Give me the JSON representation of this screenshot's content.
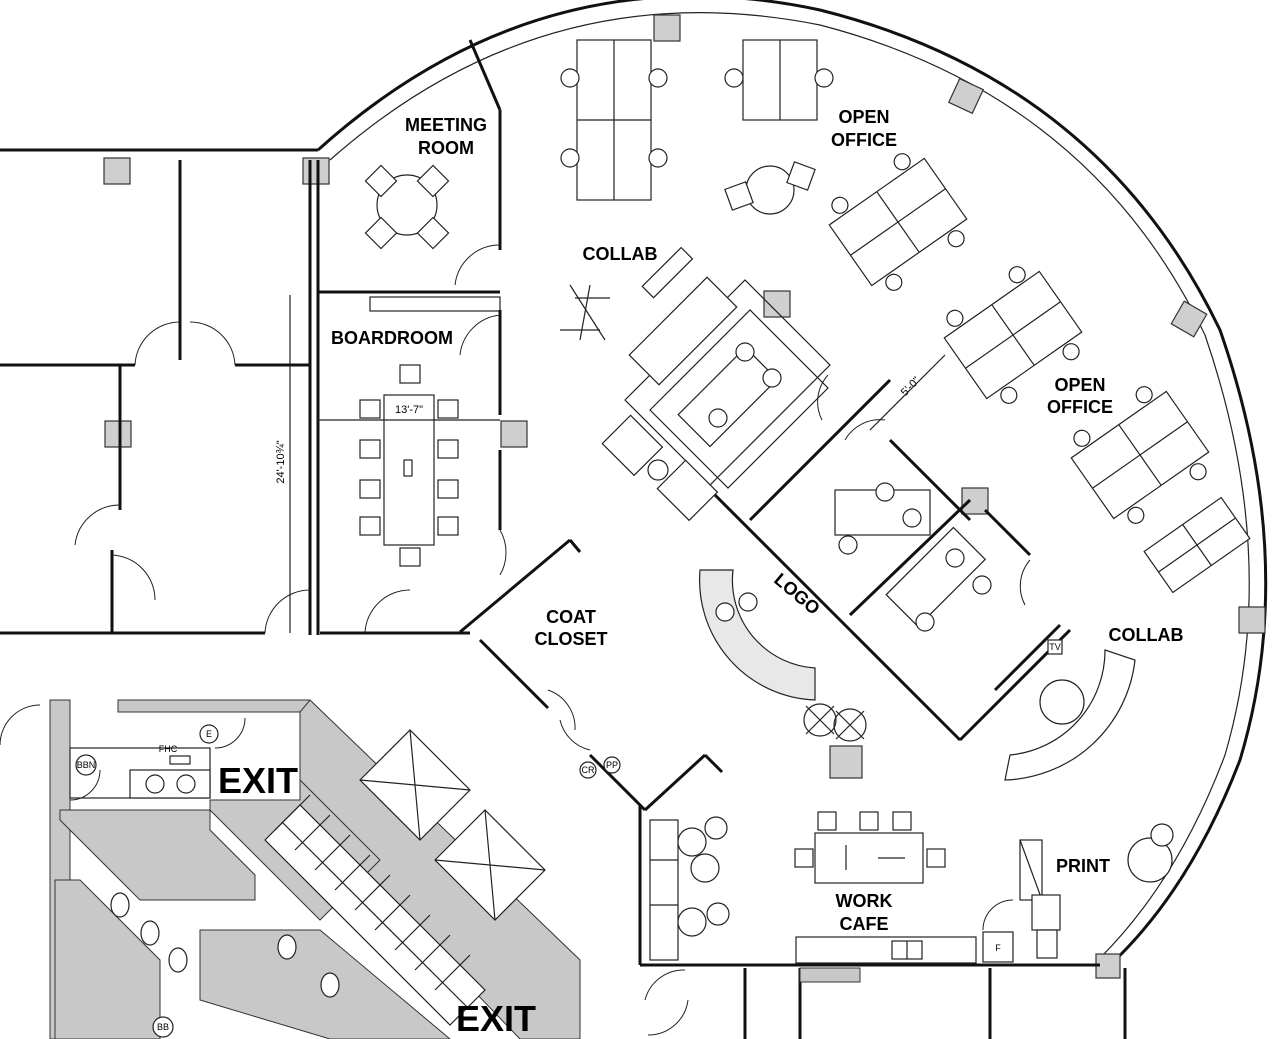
{
  "rooms": {
    "meeting_room_l1": "MEETING",
    "meeting_room_l2": "ROOM",
    "open_office_a_l1": "OPEN",
    "open_office_a_l2": "OFFICE",
    "open_office_b_l1": "OPEN",
    "open_office_b_l2": "OFFICE",
    "collab_a": "COLLAB",
    "collab_b": "COLLAB",
    "boardroom": "BOARDROOM",
    "coat_closet_l1": "COAT",
    "coat_closet_l2": "CLOSET",
    "logo": "LOGO",
    "work_cafe_l1": "WORK",
    "work_cafe_l2": "CAFE",
    "print": "PRINT"
  },
  "exits": {
    "upper": "EXIT",
    "lower": "EXIT"
  },
  "dimensions": {
    "boardroom_width": "13'-7\"",
    "boardroom_length": "24'-10¾\"",
    "aisle": "5'-0\""
  },
  "tags": {
    "fhc": "FHC",
    "e": "E",
    "bbn": "BBN",
    "bb": "BB",
    "cr": "CR",
    "pp": "PP",
    "tv": "TV",
    "f": "F"
  }
}
